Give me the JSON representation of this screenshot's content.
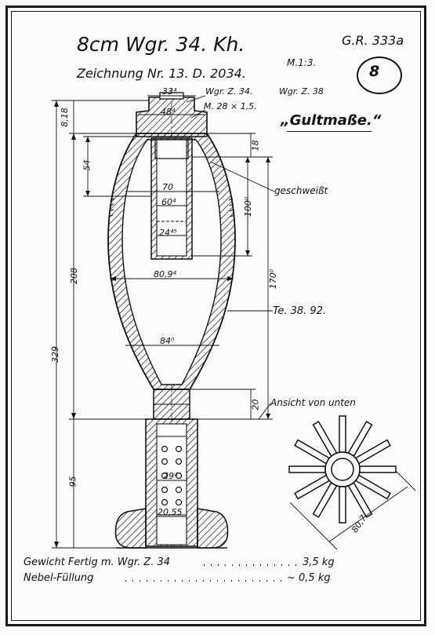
{
  "title": "8cm Wgr. 34. Kh.",
  "drawing_number": "Zeichnung Nr. 13. D. 2034.",
  "scale": "M.1:3.",
  "sheet_code": "G.R. 333a",
  "sheet_number": "8",
  "subtitle": "„Gultmaße.“",
  "callouts": {
    "fuze_1": "Wgr. Z. 34.",
    "fuze_2": "Wgr. Z. 38",
    "thread": "M. 28 × 1,5.",
    "welded": "geschweißt",
    "drawing_ref": "Te. 38. 92.",
    "bottom_view": "Ansicht von unten"
  },
  "dimensions": {
    "d_33": "33⁴",
    "d_48": "48⁴",
    "d_70": "70",
    "d_60": "60⁴",
    "d_24": "24⁴⁵",
    "d_80_9": "80,9⁴",
    "d_84": "84⁰",
    "d_29": "29⁴",
    "d_20_55": "20,55",
    "d_80_7": "80,7",
    "h_8_18": "8,18",
    "h_54": "54",
    "h_18": "18",
    "h_100": "100⁰",
    "h_170": "170⁰",
    "h_208": "208",
    "h_329": "329",
    "h_95": "95",
    "h_20": "20"
  },
  "notes": {
    "weight_label": "Gewicht Fertig m. Wgr. Z. 34",
    "weight_value": "3,5 kg",
    "fill_label": "Nebel-Füllung",
    "fill_value": "~ 0,5 kg"
  }
}
